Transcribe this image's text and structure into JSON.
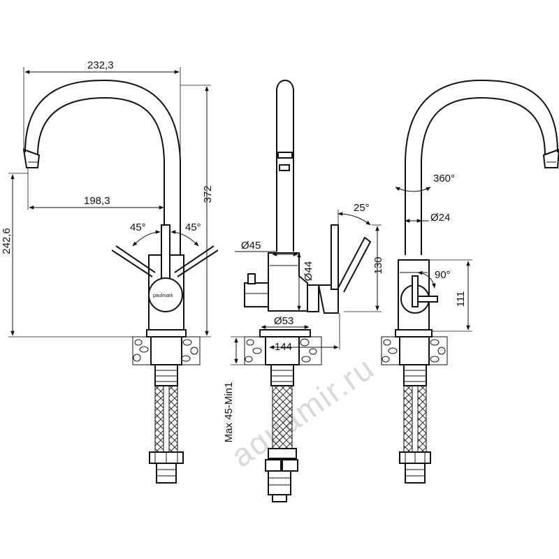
{
  "brand_logo": "paulmark",
  "watermark": "aquamir.ru",
  "dimensions": {
    "overall_width": "232,3",
    "height_total": "372",
    "spout_reach": "198,3",
    "spout_height": "242,6",
    "handle_angle_left": "45°",
    "handle_angle_right": "45°",
    "diameter_base": "Ø45",
    "diameter_body": "Ø44",
    "diameter_flange": "Ø53",
    "base_height": "144",
    "handle_tilt": "25°",
    "handle_height": "130",
    "countertop_thickness": "Max 45-Min1",
    "spout_rotation": "360°",
    "diameter_spout": "Ø24",
    "handle_rotation": "90°",
    "body_height": "111"
  }
}
